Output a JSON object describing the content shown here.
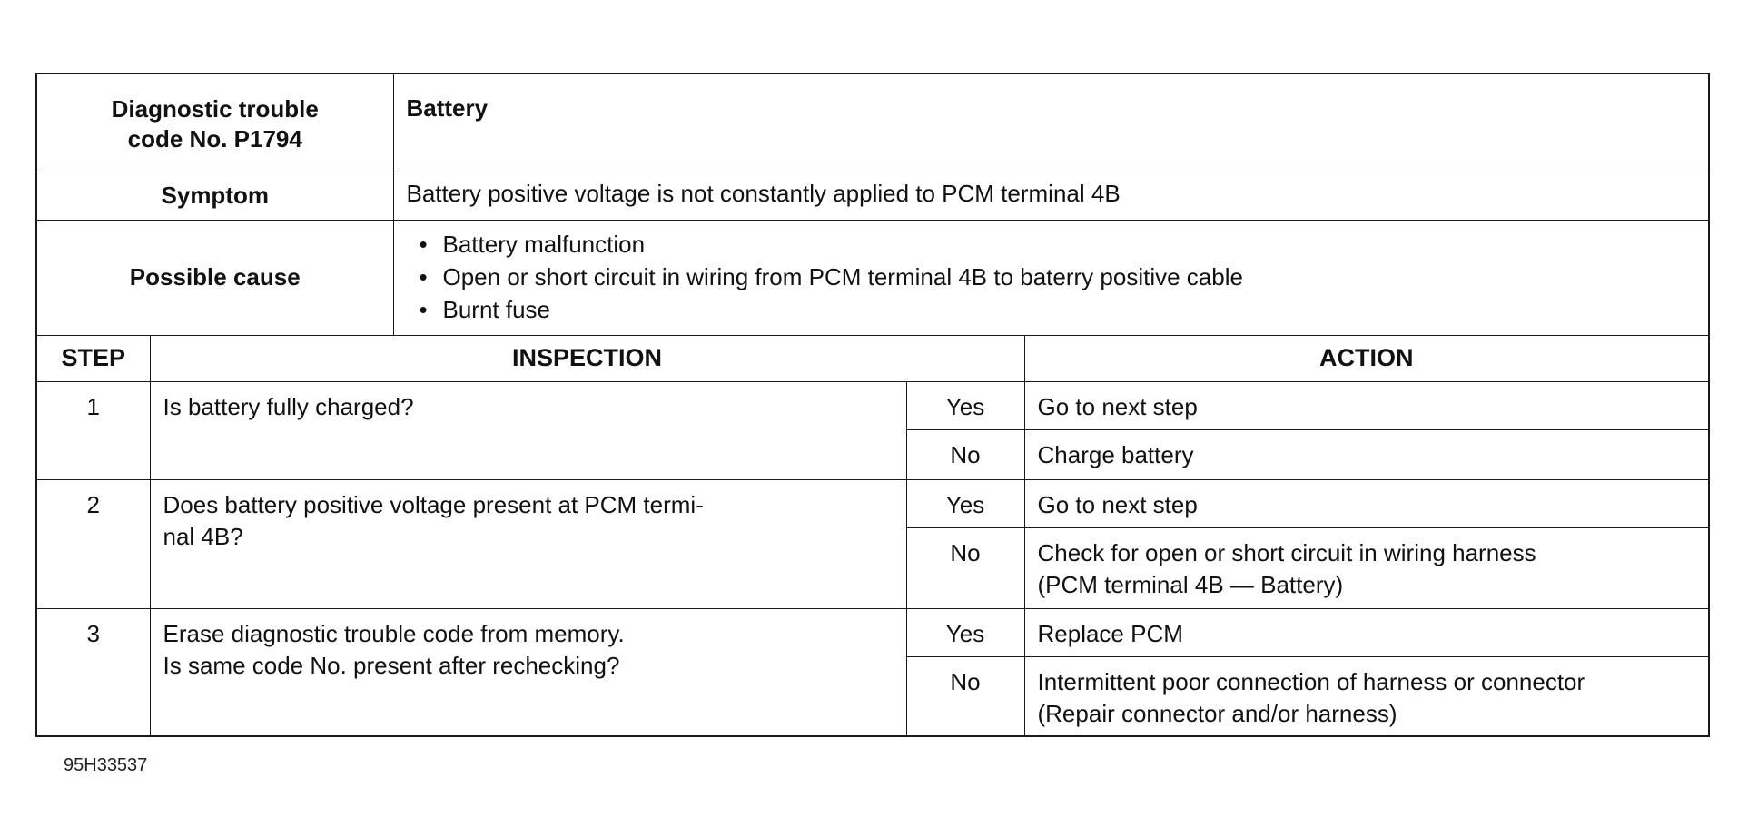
{
  "header": {
    "dtc_label_line1": "Diagnostic trouble",
    "dtc_label_line2": "code No. P1794",
    "dtc_value": "Battery",
    "symptom_label": "Symptom",
    "symptom_value": "Battery positive voltage is not constantly applied to PCM terminal 4B",
    "cause_label": "Possible cause",
    "causes": [
      "Battery malfunction",
      "Open or short circuit in wiring from PCM terminal 4B to baterry positive cable",
      "Burnt fuse"
    ],
    "bullet_glyph": "•"
  },
  "columns": {
    "step": "STEP",
    "inspection": "INSPECTION",
    "action": "ACTION"
  },
  "steps": [
    {
      "number": "1",
      "inspection_line1": "Is battery fully charged?",
      "inspection_line2": "",
      "yes_label": "Yes",
      "yes_action_line1": "Go to next step",
      "no_label": "No",
      "no_action_line1": "Charge battery",
      "no_action_line2": ""
    },
    {
      "number": "2",
      "inspection_line1": "Does battery positive voltage present at PCM termi-",
      "inspection_line2": "nal 4B?",
      "yes_label": "Yes",
      "yes_action_line1": "Go to next step",
      "no_label": "No",
      "no_action_line1": "Check for open or short circuit in wiring harness",
      "no_action_line2": "(PCM terminal 4B — Battery)"
    },
    {
      "number": "3",
      "inspection_line1": "Erase diagnostic trouble code from memory.",
      "inspection_line2": "Is same code No. present after rechecking?",
      "yes_label": "Yes",
      "yes_action_line1": "Replace PCM",
      "no_label": "No",
      "no_action_line1": "Intermittent poor connection of harness or connector",
      "no_action_line2": "(Repair connector and/or harness)"
    }
  ],
  "figure_id": "95H33537"
}
